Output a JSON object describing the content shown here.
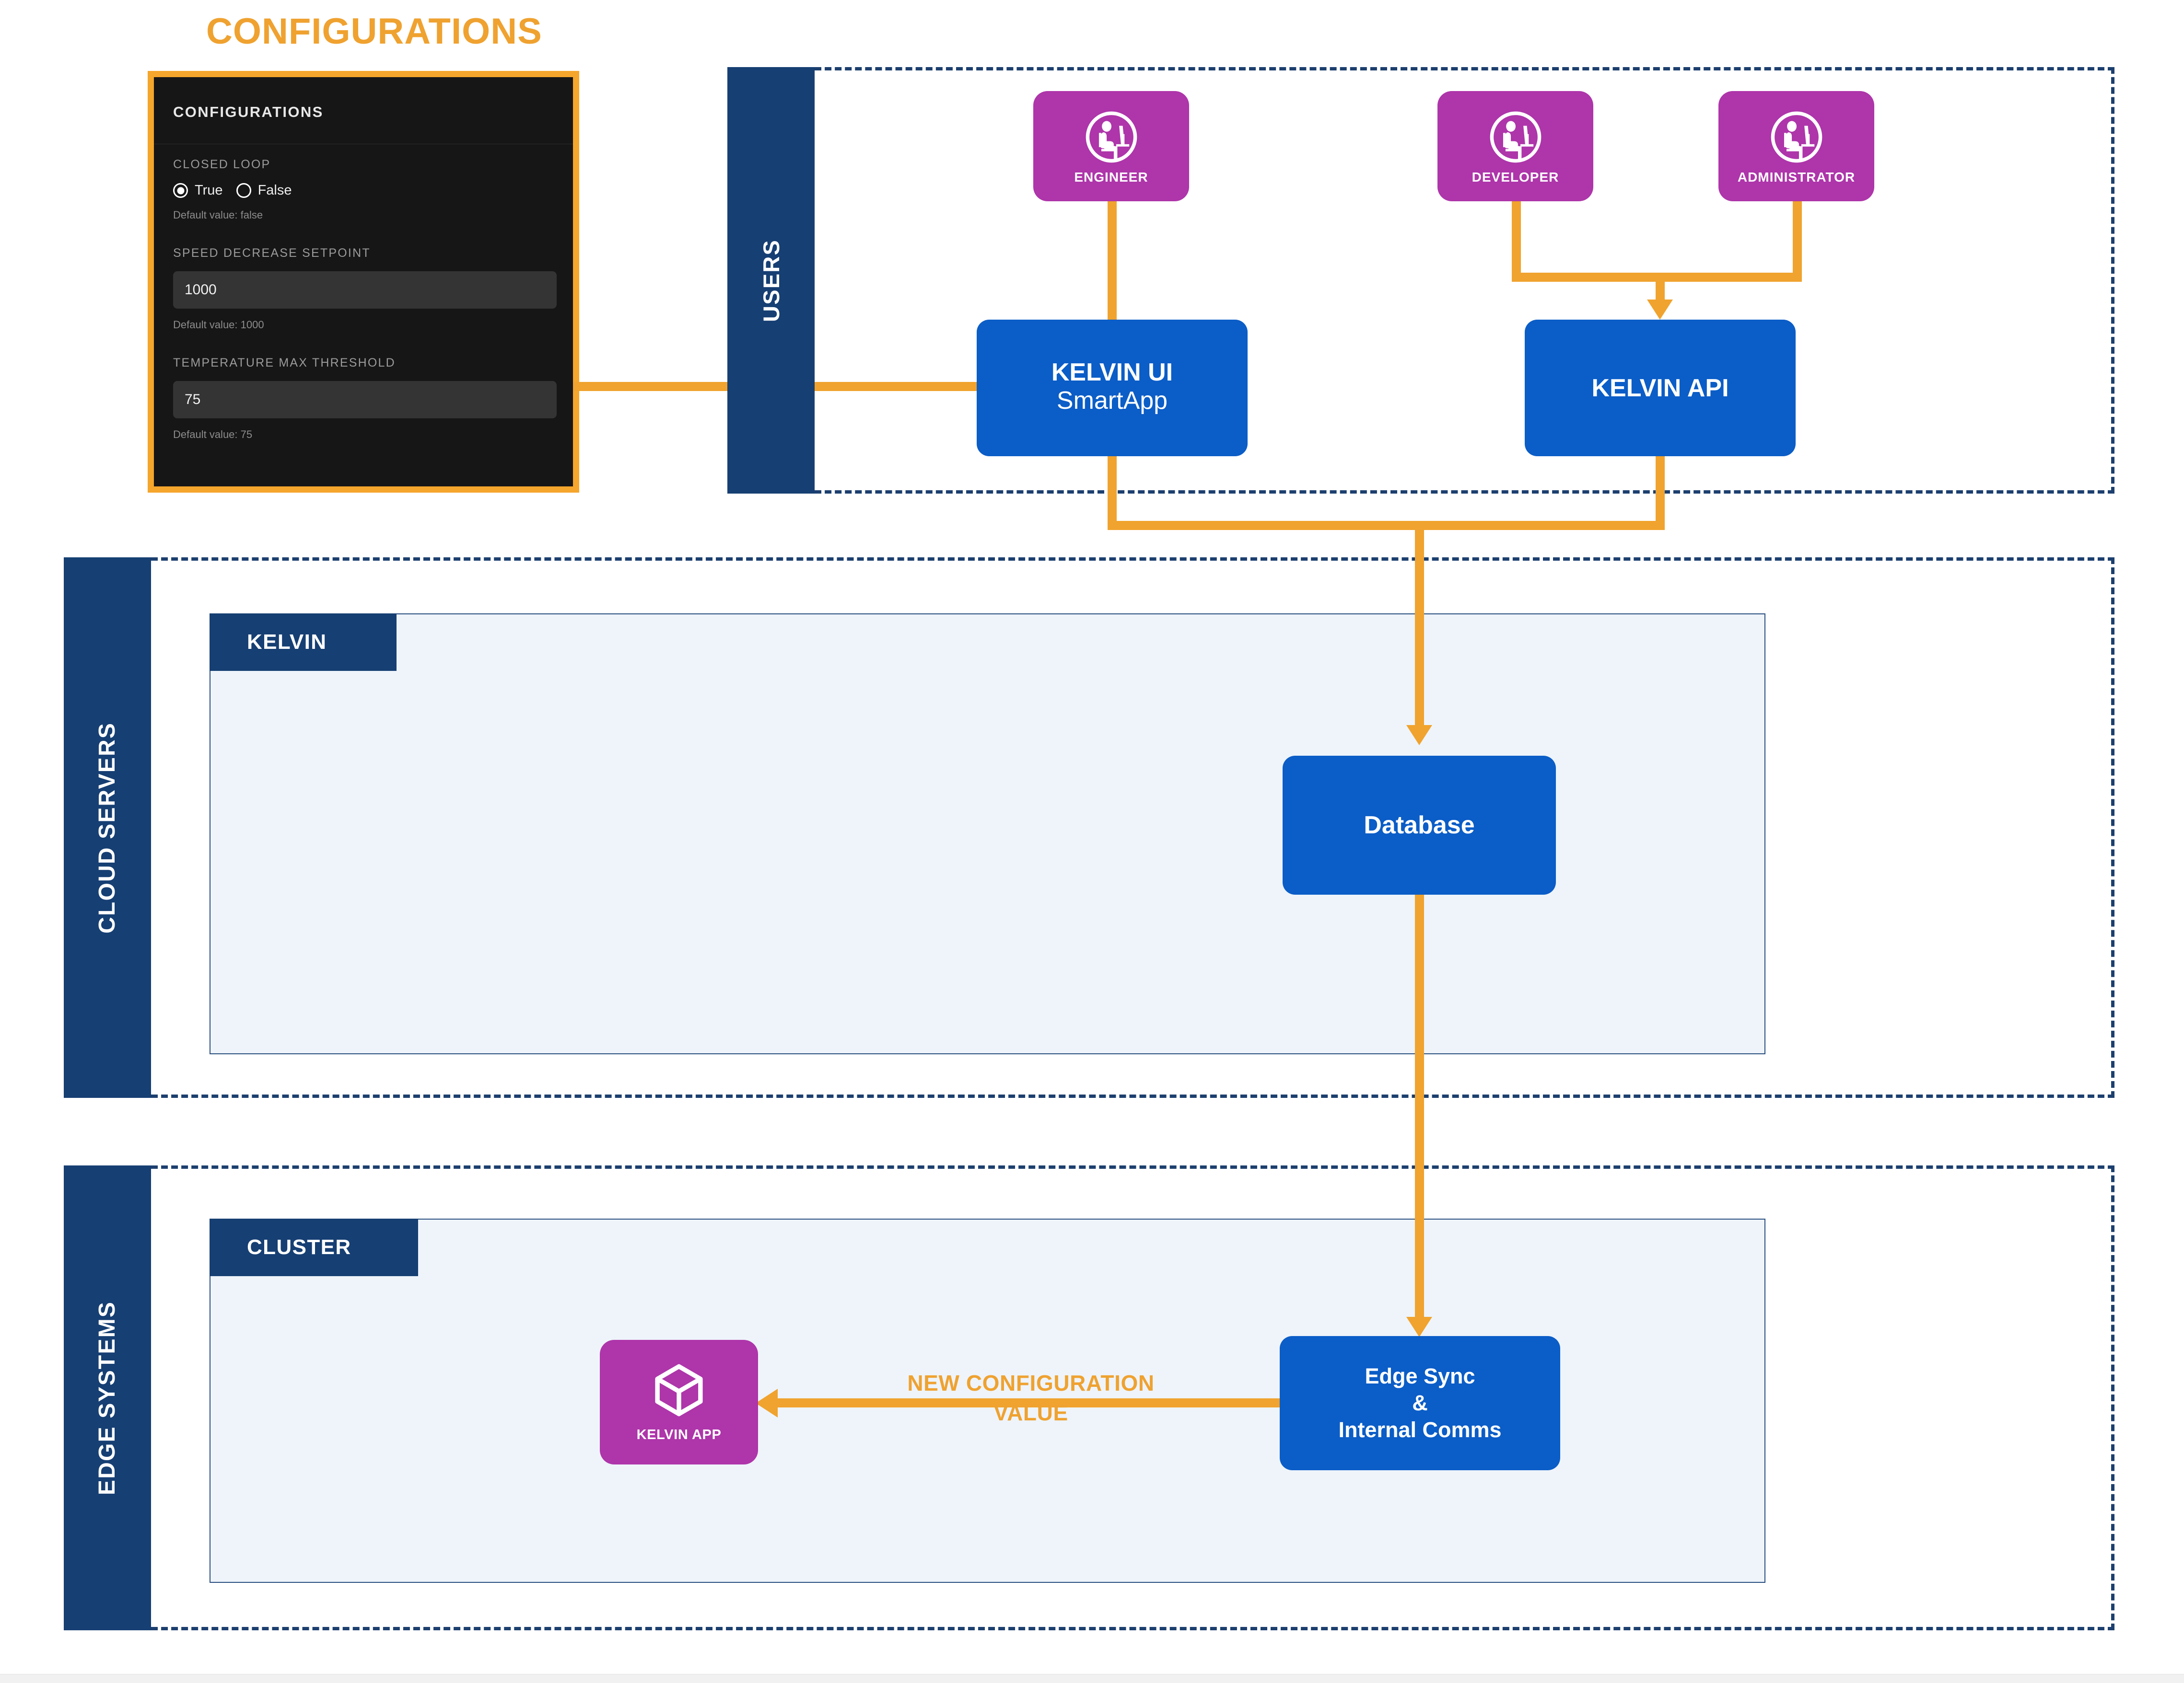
{
  "diagram": {
    "title": "CONFIGURATIONS",
    "accent_orange": "#F0A32E",
    "navy": "#163F73",
    "blue": "#0B5DC7",
    "purple": "#AE35AA",
    "panel_dark": "#161616"
  },
  "config_panel": {
    "header": "CONFIGURATIONS",
    "fields": [
      {
        "label": "CLOSED LOOP",
        "type": "radio",
        "options": [
          "True",
          "False"
        ],
        "selected": "True",
        "hint": "Default value: false"
      },
      {
        "label": "SPEED DECREASE SETPOINT",
        "type": "text",
        "value": "1000",
        "hint": "Default value: 1000"
      },
      {
        "label": "TEMPERATURE MAX THRESHOLD",
        "type": "text",
        "value": "75",
        "hint": "Default value: 75"
      }
    ]
  },
  "zones": {
    "users": "USERS",
    "cloud": "CLOUD SERVERS",
    "edge": "EDGE SYSTEMS"
  },
  "panels": {
    "kelvin": "KELVIN",
    "cluster": "CLUSTER"
  },
  "users": [
    {
      "label": "ENGINEER",
      "icon": "person-at-desk-icon"
    },
    {
      "label": "DEVELOPER",
      "icon": "person-at-desk-icon"
    },
    {
      "label": "ADMINISTRATOR",
      "icon": "person-at-desk-icon"
    }
  ],
  "nodes": {
    "kelvin_ui": {
      "line1": "KELVIN UI",
      "line2": "SmartApp"
    },
    "kelvin_api": {
      "line1": "KELVIN API"
    },
    "database": {
      "line1": "Database"
    },
    "edge_sync": {
      "line1": "Edge Sync",
      "line2": "&",
      "line3": "Internal Comms"
    },
    "kelvin_app": {
      "label": "KELVIN APP",
      "icon": "cube-icon"
    }
  },
  "edges": {
    "new_configuration_value": {
      "line1": "NEW CONFIGURATION",
      "line2": "VALUE"
    }
  }
}
